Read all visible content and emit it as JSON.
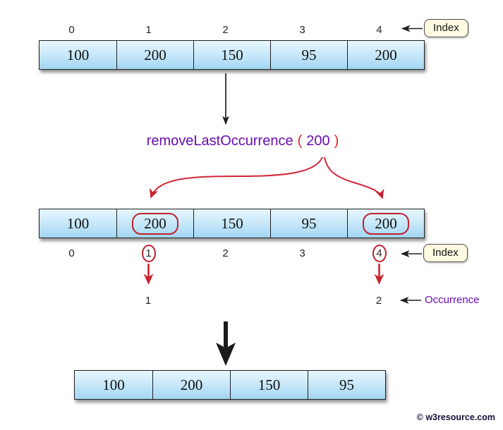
{
  "function_call": {
    "name": "removeLastOccurrence",
    "open_paren": "(",
    "argument": "200",
    "close_paren": ")"
  },
  "labels": {
    "index_top": "Index",
    "index_middle": "Index",
    "occurrence": "Occurrence"
  },
  "arrays": {
    "initial": {
      "indices": [
        "0",
        "1",
        "2",
        "3",
        "4"
      ],
      "values": [
        "100",
        "200",
        "150",
        "95",
        "200"
      ]
    },
    "highlighted": {
      "indices": [
        "0",
        "1",
        "2",
        "3",
        "4"
      ],
      "values": [
        "100",
        "200",
        "150",
        "95",
        "200"
      ],
      "highlighted_indices": [
        1,
        4
      ],
      "circled_indices": [
        1,
        4
      ]
    },
    "result": {
      "values": [
        "100",
        "200",
        "150",
        "95"
      ]
    }
  },
  "occurrences": {
    "first": "1",
    "second": "2"
  },
  "watermark": "© w3resource.com",
  "colors": {
    "highlight_red": "#c31f2e",
    "paren_red": "#e8202c",
    "accent_purple": "#6a0dad",
    "cell_blue_top": "#e7f7fe",
    "cell_blue_bottom": "#a2d6f2",
    "label_bg": "#fcfae1"
  }
}
